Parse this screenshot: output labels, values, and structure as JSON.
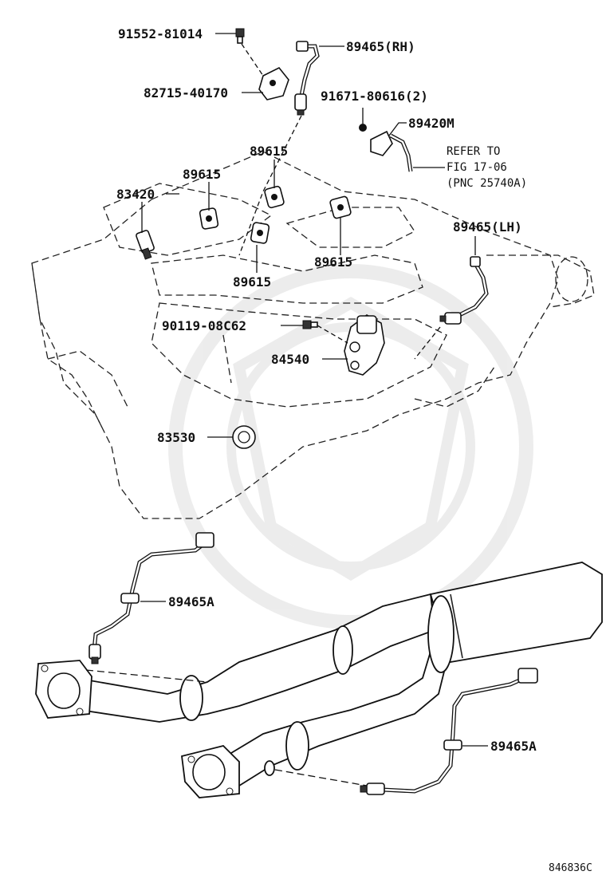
{
  "labels": {
    "p91552": "91552-81014",
    "p89465rh": "89465(RH)",
    "p82715": "82715-40170",
    "p91671": "91671-80616(2)",
    "p89420m": "89420M",
    "refer_line1": "REFER TO",
    "refer_line2": "FIG 17-06",
    "refer_line3": "(PNC 25740A)",
    "p89615_top": "89615",
    "p89615_left": "89615",
    "p83420": "83420",
    "p89465lh": "89465(LH)",
    "p89615_right": "89615",
    "p89615_bottom": "89615",
    "p90119": "90119-08C62",
    "p84540": "84540",
    "p83530": "83530",
    "p89465a_upper": "89465A",
    "p89465a_lower": "89465A",
    "figure_code": "846836C"
  }
}
